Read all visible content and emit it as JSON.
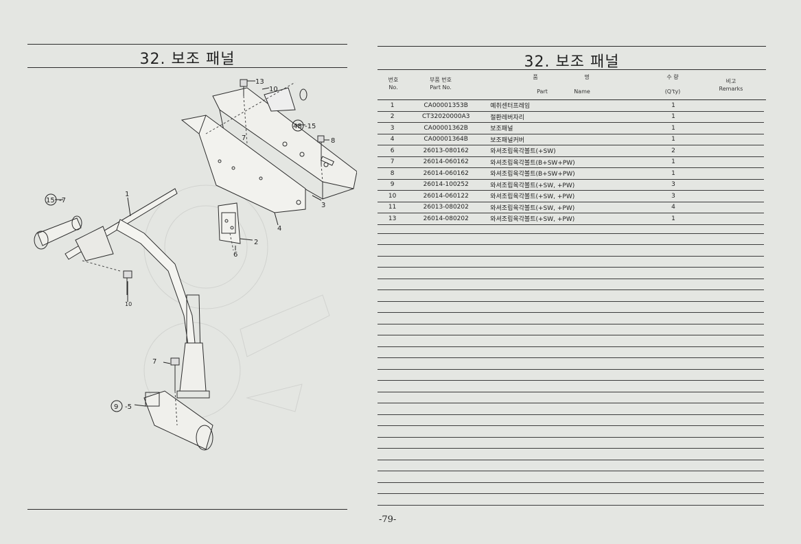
{
  "left": {
    "title": "32. 보조 패널",
    "callouts": {
      "c13": "13",
      "c10a": "10",
      "c48": "48",
      "c48q": "-15",
      "c8": "8",
      "c7a": "7",
      "c3": "3",
      "c4": "4",
      "c1": "1",
      "c15": "15",
      "c15q": "-7",
      "c2": "2",
      "c6": "6",
      "c10b": "10",
      "c7b": "7",
      "c9": "9",
      "c9q": "-5"
    }
  },
  "right": {
    "title": "32. 보조 패널",
    "headers": {
      "no_ko": "번호",
      "no_en": "No.",
      "part_ko": "부품 번호",
      "part_en": "Part  No.",
      "name_ko1": "품",
      "name_ko2": "명",
      "name_en1": "Part",
      "name_en2": "Name",
      "qty_ko": "수  량",
      "qty_en": "(Q'ty)",
      "remarks_ko": "비고",
      "remarks_en": "Remarks"
    },
    "rows": [
      {
        "no": "1",
        "part": "CA00001353B",
        "name": "예취센터프레임",
        "qty": "1"
      },
      {
        "no": "2",
        "part": "CT32020000A3",
        "name": "절환레버자리",
        "qty": "1"
      },
      {
        "no": "3",
        "part": "CA00001362B",
        "name": "보조패널",
        "qty": "1"
      },
      {
        "no": "4",
        "part": "CA00001364B",
        "name": "보조패널커버",
        "qty": "1"
      },
      {
        "no": "6",
        "part": "26013-080162",
        "name": "와셔조립육각볼트(+SW)",
        "qty": "2"
      },
      {
        "no": "7",
        "part": "26014-060162",
        "name": "와셔조립육각볼트(B+SW+PW)",
        "qty": "1"
      },
      {
        "no": "8",
        "part": "26014-060162",
        "name": "와셔조립육각볼트(B+SW+PW)",
        "qty": "1"
      },
      {
        "no": "9",
        "part": "26014-100252",
        "name": "와셔조립육각볼트(+SW, +PW)",
        "qty": "3"
      },
      {
        "no": "10",
        "part": "26014-060122",
        "name": "와셔조립육각볼트(+SW, +PW)",
        "qty": "3"
      },
      {
        "no": "11",
        "part": "26013-080202",
        "name": "와셔조립육각볼트(+SW, +PW)",
        "qty": "4"
      },
      {
        "no": "13",
        "part": "26014-080202",
        "name": "와셔조립육각볼트(+SW, +PW)",
        "qty": "1"
      }
    ],
    "page_number": "-79-"
  }
}
